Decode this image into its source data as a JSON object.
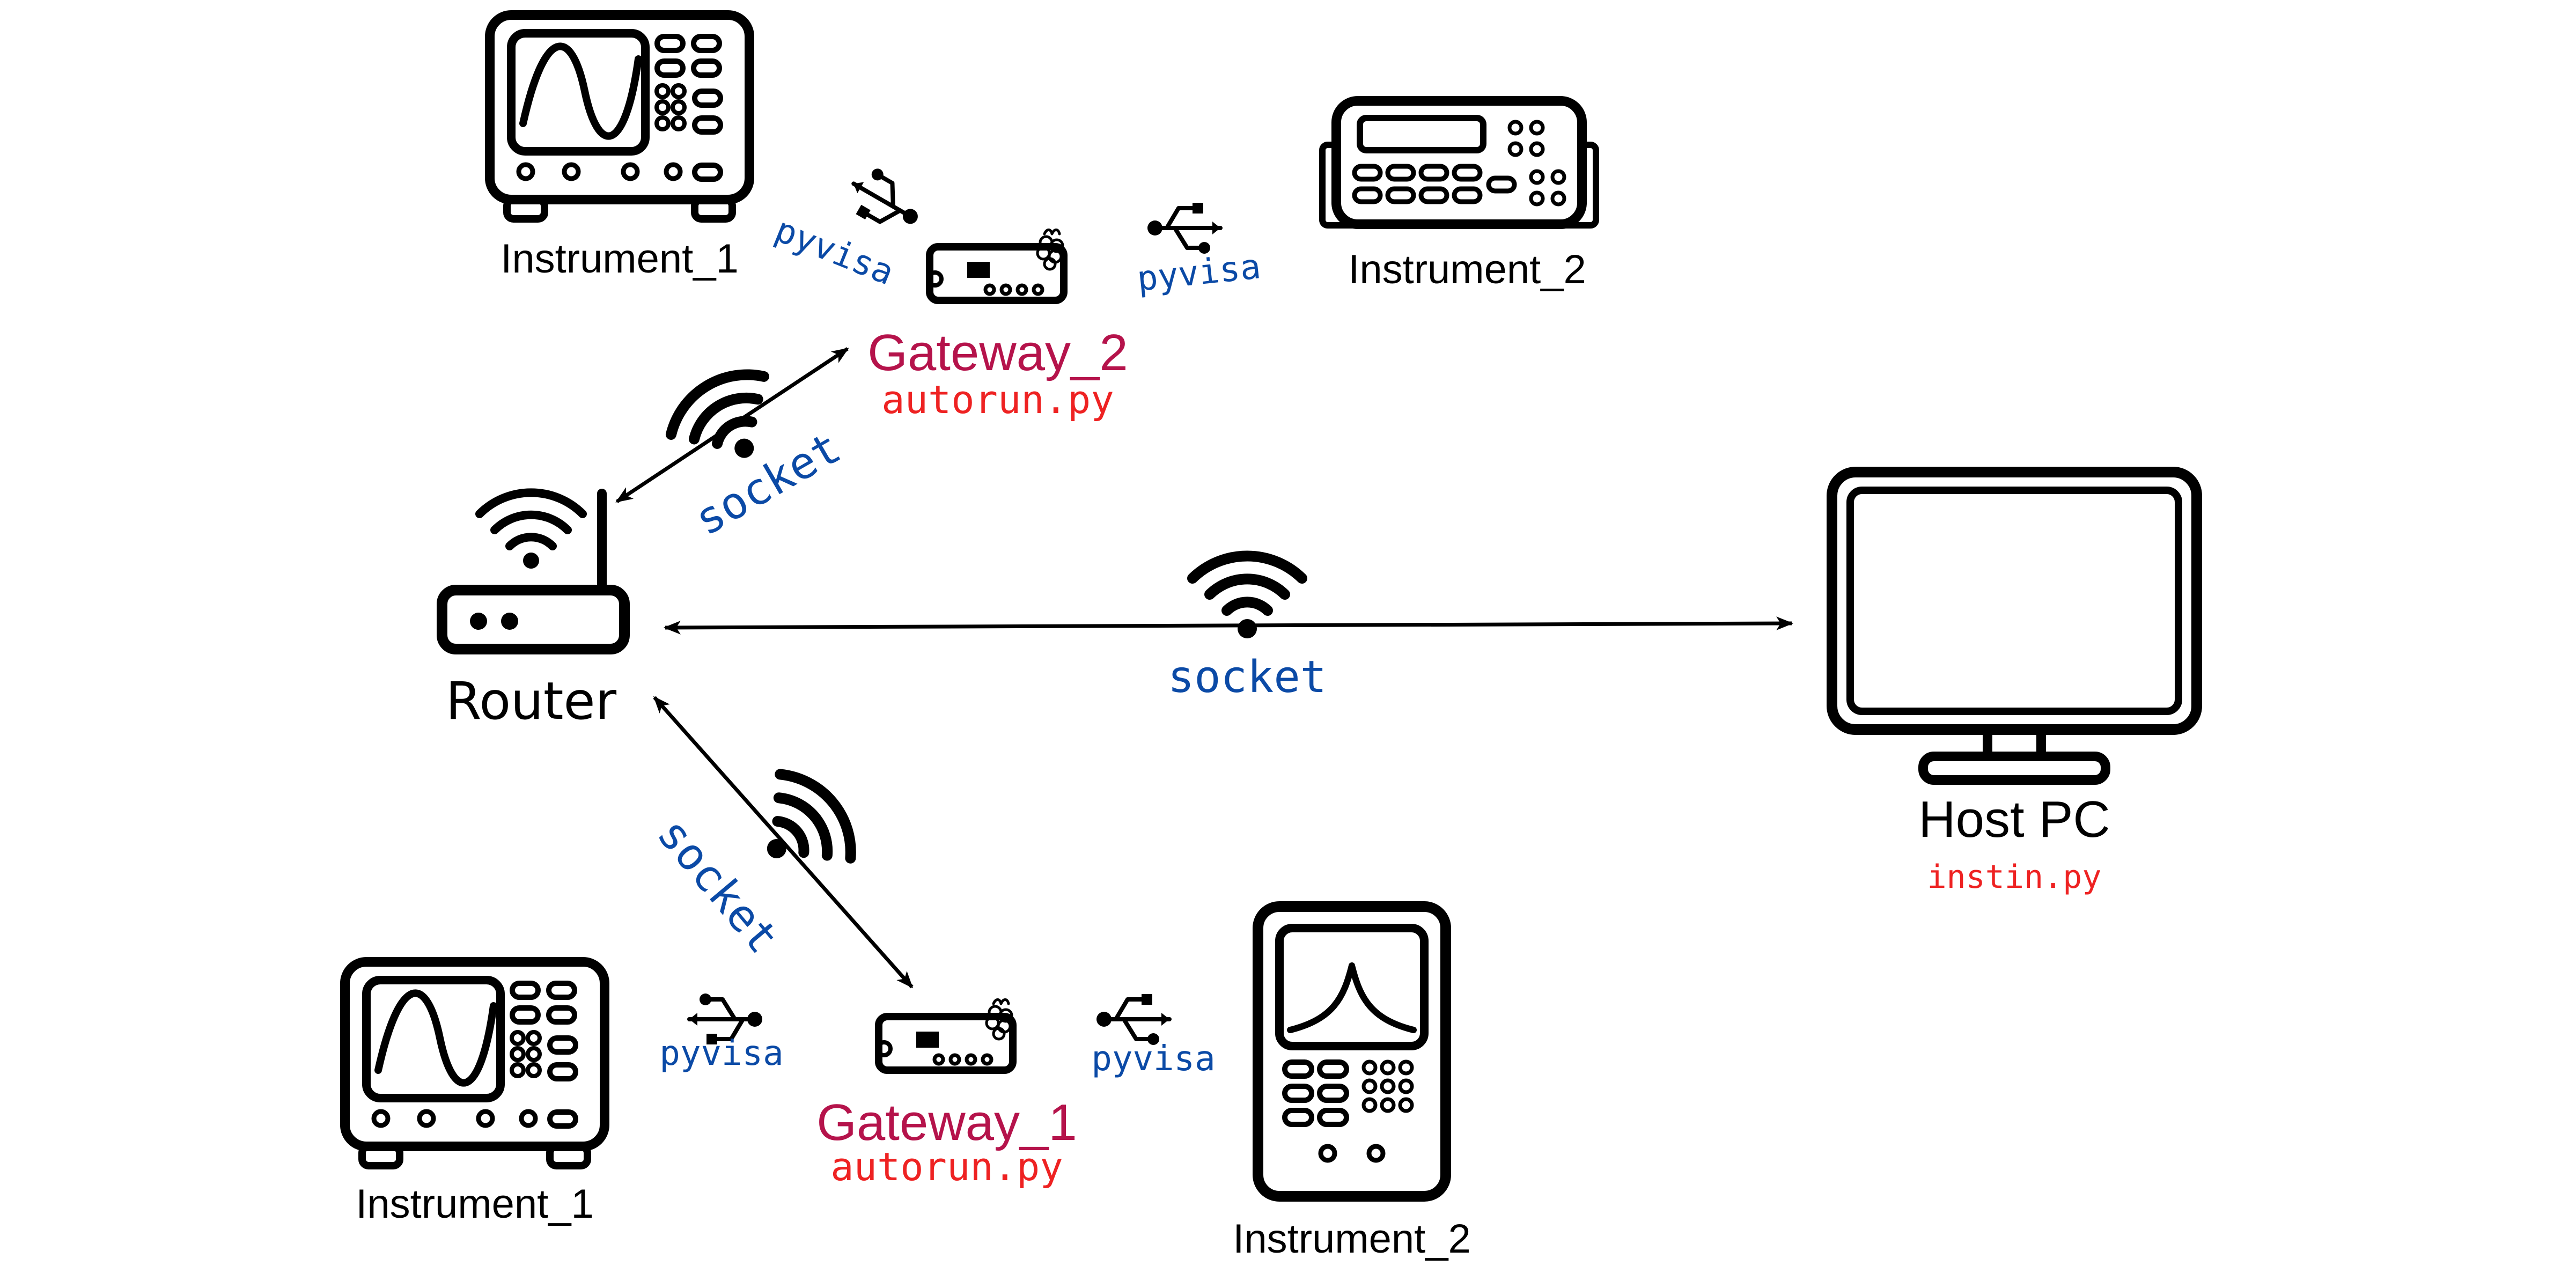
{
  "router": {
    "label": "Router"
  },
  "host": {
    "label": "Host PC",
    "script": "instin.py"
  },
  "gateway_top": {
    "label": "Gateway_2",
    "script": "autorun.py"
  },
  "gateway_bottom": {
    "label": "Gateway_1",
    "script": "autorun.py"
  },
  "instruments": {
    "top_left": "Instrument_1",
    "top_right": "Instrument_2",
    "bottom_left": "Instrument_1",
    "bottom_right": "Instrument_2"
  },
  "links": {
    "socket": "socket",
    "pyvisa": "pyvisa"
  },
  "colors": {
    "gateway_label": "#b5134b",
    "script_label": "#ee2222",
    "protocol_label": "#0b4aa6",
    "line": "#000000"
  },
  "icons": [
    "oscilloscope-icon",
    "multimeter-icon",
    "handheld-analyzer-icon",
    "raspberry-pi-icon",
    "router-icon",
    "monitor-icon",
    "wifi-icon",
    "usb-icon"
  ]
}
